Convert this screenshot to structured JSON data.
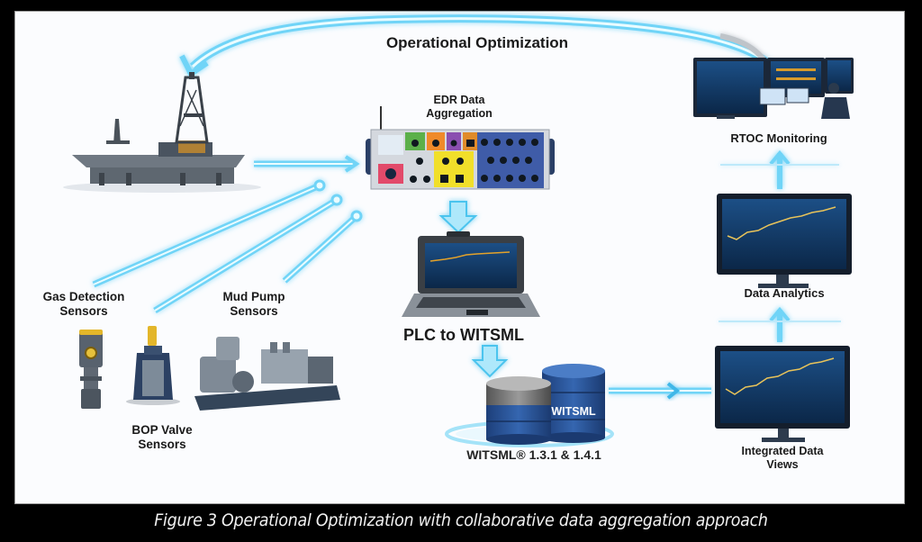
{
  "figure": {
    "title": "Operational Optimization",
    "caption": "Figure 3 Operational Optimization with collaborative data aggregation approach"
  },
  "nodes": {
    "rig": {
      "label": "",
      "icon": "offshore-rig-icon"
    },
    "edr": {
      "label_line1": "EDR Data",
      "label_line2": "Aggregation",
      "icon": "edr-chassis-icon"
    },
    "gas": {
      "label_line1": "Gas Detection",
      "label_line2": "Sensors",
      "icon": "gas-sensor-icon"
    },
    "bop": {
      "label_line1": "BOP Valve",
      "label_line2": "Sensors",
      "icon": "bop-valve-icon"
    },
    "mud": {
      "label_line1": "Mud Pump",
      "label_line2": "Sensors",
      "icon": "mud-pump-icon"
    },
    "plc": {
      "label": "PLC to WITSML",
      "icon": "rugged-laptop-icon"
    },
    "witsml": {
      "label": "WITSML® 1.3.1 & 1.4.1",
      "db_label": "WITSML",
      "icon": "database-icon"
    },
    "views": {
      "label_line1": "Integrated Data",
      "label_line2": "Views",
      "icon": "monitor-icon"
    },
    "analytics": {
      "label": "Data Analytics",
      "icon": "monitor-icon"
    },
    "rtoc": {
      "label": "RTOC Monitoring",
      "icon": "control-room-icon"
    }
  },
  "colors": {
    "arrow_glow": "#5fd0f5",
    "arrow_core": "#e9fbff",
    "navy": "#1f3a66",
    "panel_bg": "#fbfcfe"
  }
}
